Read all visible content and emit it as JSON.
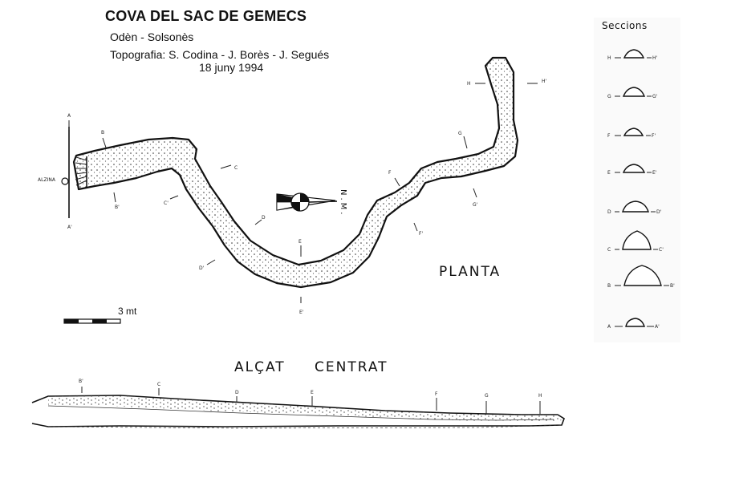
{
  "header": {
    "title": "COVA DEL SAC DE GEMECS",
    "location": "Odèn - Solsonès",
    "topography": "Topografia: S. Codina - J. Borès - J. Segués",
    "date": "18 juny 1994"
  },
  "plan": {
    "label": "PLANTA",
    "north_label": "N.M.",
    "entrance_label": "ALZINA",
    "scale_label": "3 mt",
    "section_marks": [
      {
        "from": "A",
        "to": "A'"
      },
      {
        "from": "B",
        "to": "B'"
      },
      {
        "from": "C",
        "to": "C'"
      },
      {
        "from": "D",
        "to": "D'"
      },
      {
        "from": "E",
        "to": "E'"
      },
      {
        "from": "F",
        "to": "F'"
      },
      {
        "from": "G",
        "to": "G'"
      },
      {
        "from": "H",
        "to": "H'"
      }
    ]
  },
  "profile": {
    "label_1": "ALÇAT",
    "label_2": "CENTRAT",
    "marks": [
      "B'",
      "C",
      "D",
      "E",
      "F",
      "G",
      "H"
    ]
  },
  "sections": {
    "title": "Seccions",
    "items": [
      {
        "left": "H",
        "right": "H'"
      },
      {
        "left": "G",
        "right": "G'"
      },
      {
        "left": "F",
        "right": "F'"
      },
      {
        "left": "E",
        "right": "E'"
      },
      {
        "left": "D",
        "right": "D'"
      },
      {
        "left": "C",
        "right": "C'"
      },
      {
        "left": "B",
        "right": "B'"
      },
      {
        "left": "A",
        "right": "A'"
      }
    ]
  }
}
